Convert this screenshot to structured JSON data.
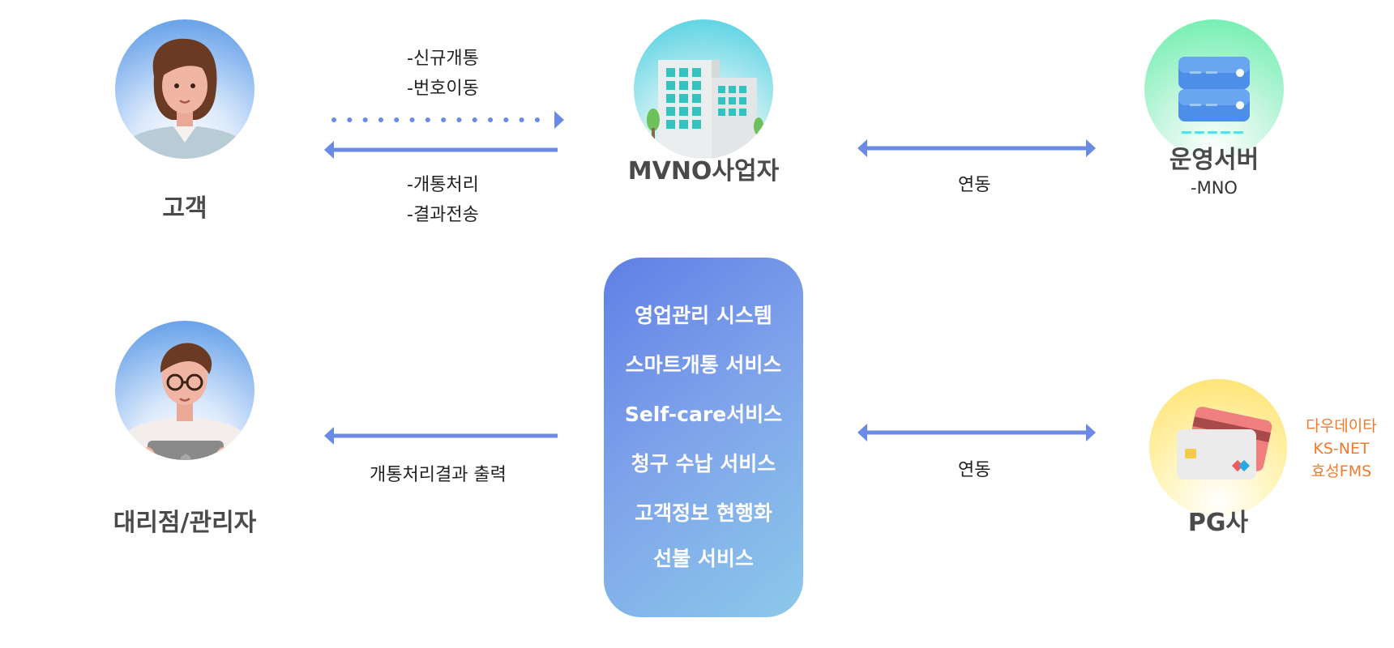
{
  "nodes": {
    "customer": {
      "label": "고객"
    },
    "mvno": {
      "label": "MVNO사업자"
    },
    "server": {
      "label": "운영서버",
      "sub": "-MNO"
    },
    "agency": {
      "label": "대리점/관리자"
    },
    "pg": {
      "label": "PG사",
      "partners": [
        "다우데이타",
        "KS-NET",
        "효성FMS"
      ]
    }
  },
  "links": {
    "customer_to_mvno": [
      "-신규개통",
      "-번호이동"
    ],
    "mvno_to_customer": [
      "-개통처리",
      "-결과전송"
    ],
    "mvno_server": "연동",
    "system_to_agency": "개통처리결과 출력",
    "system_pg": "연동"
  },
  "system": {
    "services": [
      "영업관리 시스템",
      "스마트개통 서비스",
      "Self-care서비스",
      "청구 수납 서비스",
      "고객정보 현행화",
      "선불 서비스"
    ]
  },
  "colors": {
    "arrow": "#6a8ae4",
    "accent_orange": "#f07a2d",
    "label": "#4a4a4a"
  }
}
